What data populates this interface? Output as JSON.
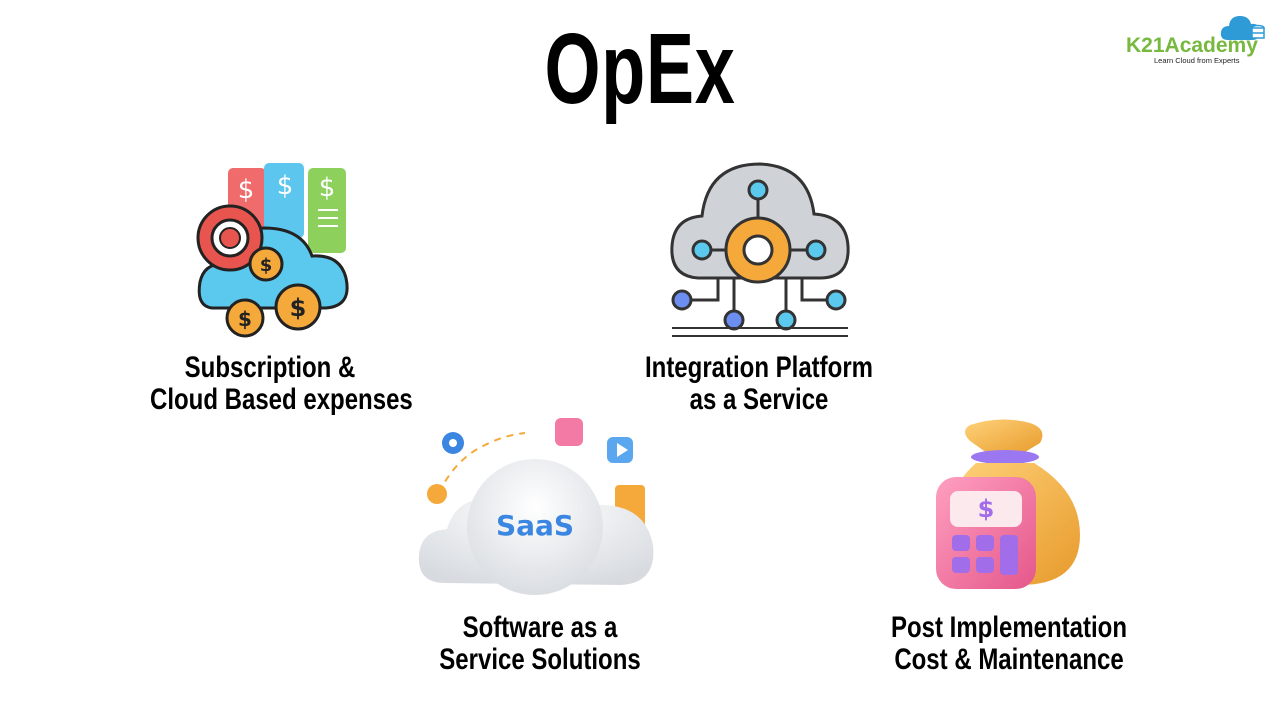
{
  "title": "OpEx",
  "logo": {
    "brand": "K21Academy",
    "tagline": "Learn Cloud from Experts"
  },
  "items": [
    {
      "icon": "cloud-expenses-icon",
      "line1": "Subscription &",
      "line2": "Cloud Based expenses"
    },
    {
      "icon": "cloud-integration-icon",
      "line1": "Integration Platform",
      "line2": "as a Service"
    },
    {
      "icon": "saas-cloud-icon",
      "label": "SaaS",
      "line1": "Software as a",
      "line2": "Service Solutions"
    },
    {
      "icon": "money-bag-calculator-icon",
      "line1": "Post Implementation",
      "line2": "Cost & Maintenance"
    }
  ],
  "colors": {
    "logo_green": "#77b83e",
    "logo_blue": "#2e9bd6",
    "cloud_blue": "#5bc8ee",
    "coin_orange": "#f6a93b",
    "gear_red": "#e8554e",
    "saas_text": "#3a86e0",
    "calculator_pink": "#f27aa4",
    "bag_gold": "#f2b84b"
  }
}
